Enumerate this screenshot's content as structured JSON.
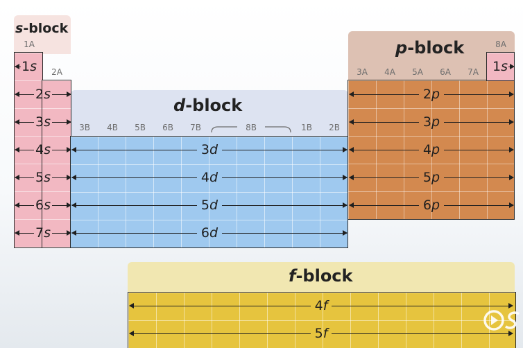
{
  "s_block": {
    "title_letter": "s",
    "title_suffix": "-block",
    "groups": [
      "1A",
      "2A"
    ],
    "rows": [
      {
        "n": "1",
        "sub": "s"
      },
      {
        "n": "2",
        "sub": "s"
      },
      {
        "n": "3",
        "sub": "s"
      },
      {
        "n": "4",
        "sub": "s"
      },
      {
        "n": "5",
        "sub": "s"
      },
      {
        "n": "6",
        "sub": "s"
      },
      {
        "n": "7",
        "sub": "s"
      }
    ]
  },
  "d_block": {
    "title_letter": "d",
    "title_suffix": "-block",
    "groups": [
      "3B",
      "4B",
      "5B",
      "6B",
      "7B",
      "8B",
      "1B",
      "2B"
    ],
    "rows": [
      {
        "n": "3",
        "sub": "d"
      },
      {
        "n": "4",
        "sub": "d"
      },
      {
        "n": "5",
        "sub": "d"
      },
      {
        "n": "6",
        "sub": "d"
      }
    ]
  },
  "p_block": {
    "title_letter": "p",
    "title_suffix": "-block",
    "groups": [
      "3A",
      "4A",
      "5A",
      "6A",
      "7A",
      "8A"
    ],
    "helium": {
      "n": "1",
      "sub": "s"
    },
    "rows": [
      {
        "n": "2",
        "sub": "p"
      },
      {
        "n": "3",
        "sub": "p"
      },
      {
        "n": "4",
        "sub": "p"
      },
      {
        "n": "5",
        "sub": "p"
      },
      {
        "n": "6",
        "sub": "p"
      }
    ]
  },
  "f_block": {
    "title_letter": "f",
    "title_suffix": "-block",
    "rows": [
      {
        "n": "4",
        "sub": "f"
      },
      {
        "n": "5",
        "sub": "f"
      }
    ]
  },
  "colors": {
    "s": "#f2b8c2",
    "d": "#9fc9ef",
    "p": "#d3894f",
    "f": "#e6c43e"
  }
}
